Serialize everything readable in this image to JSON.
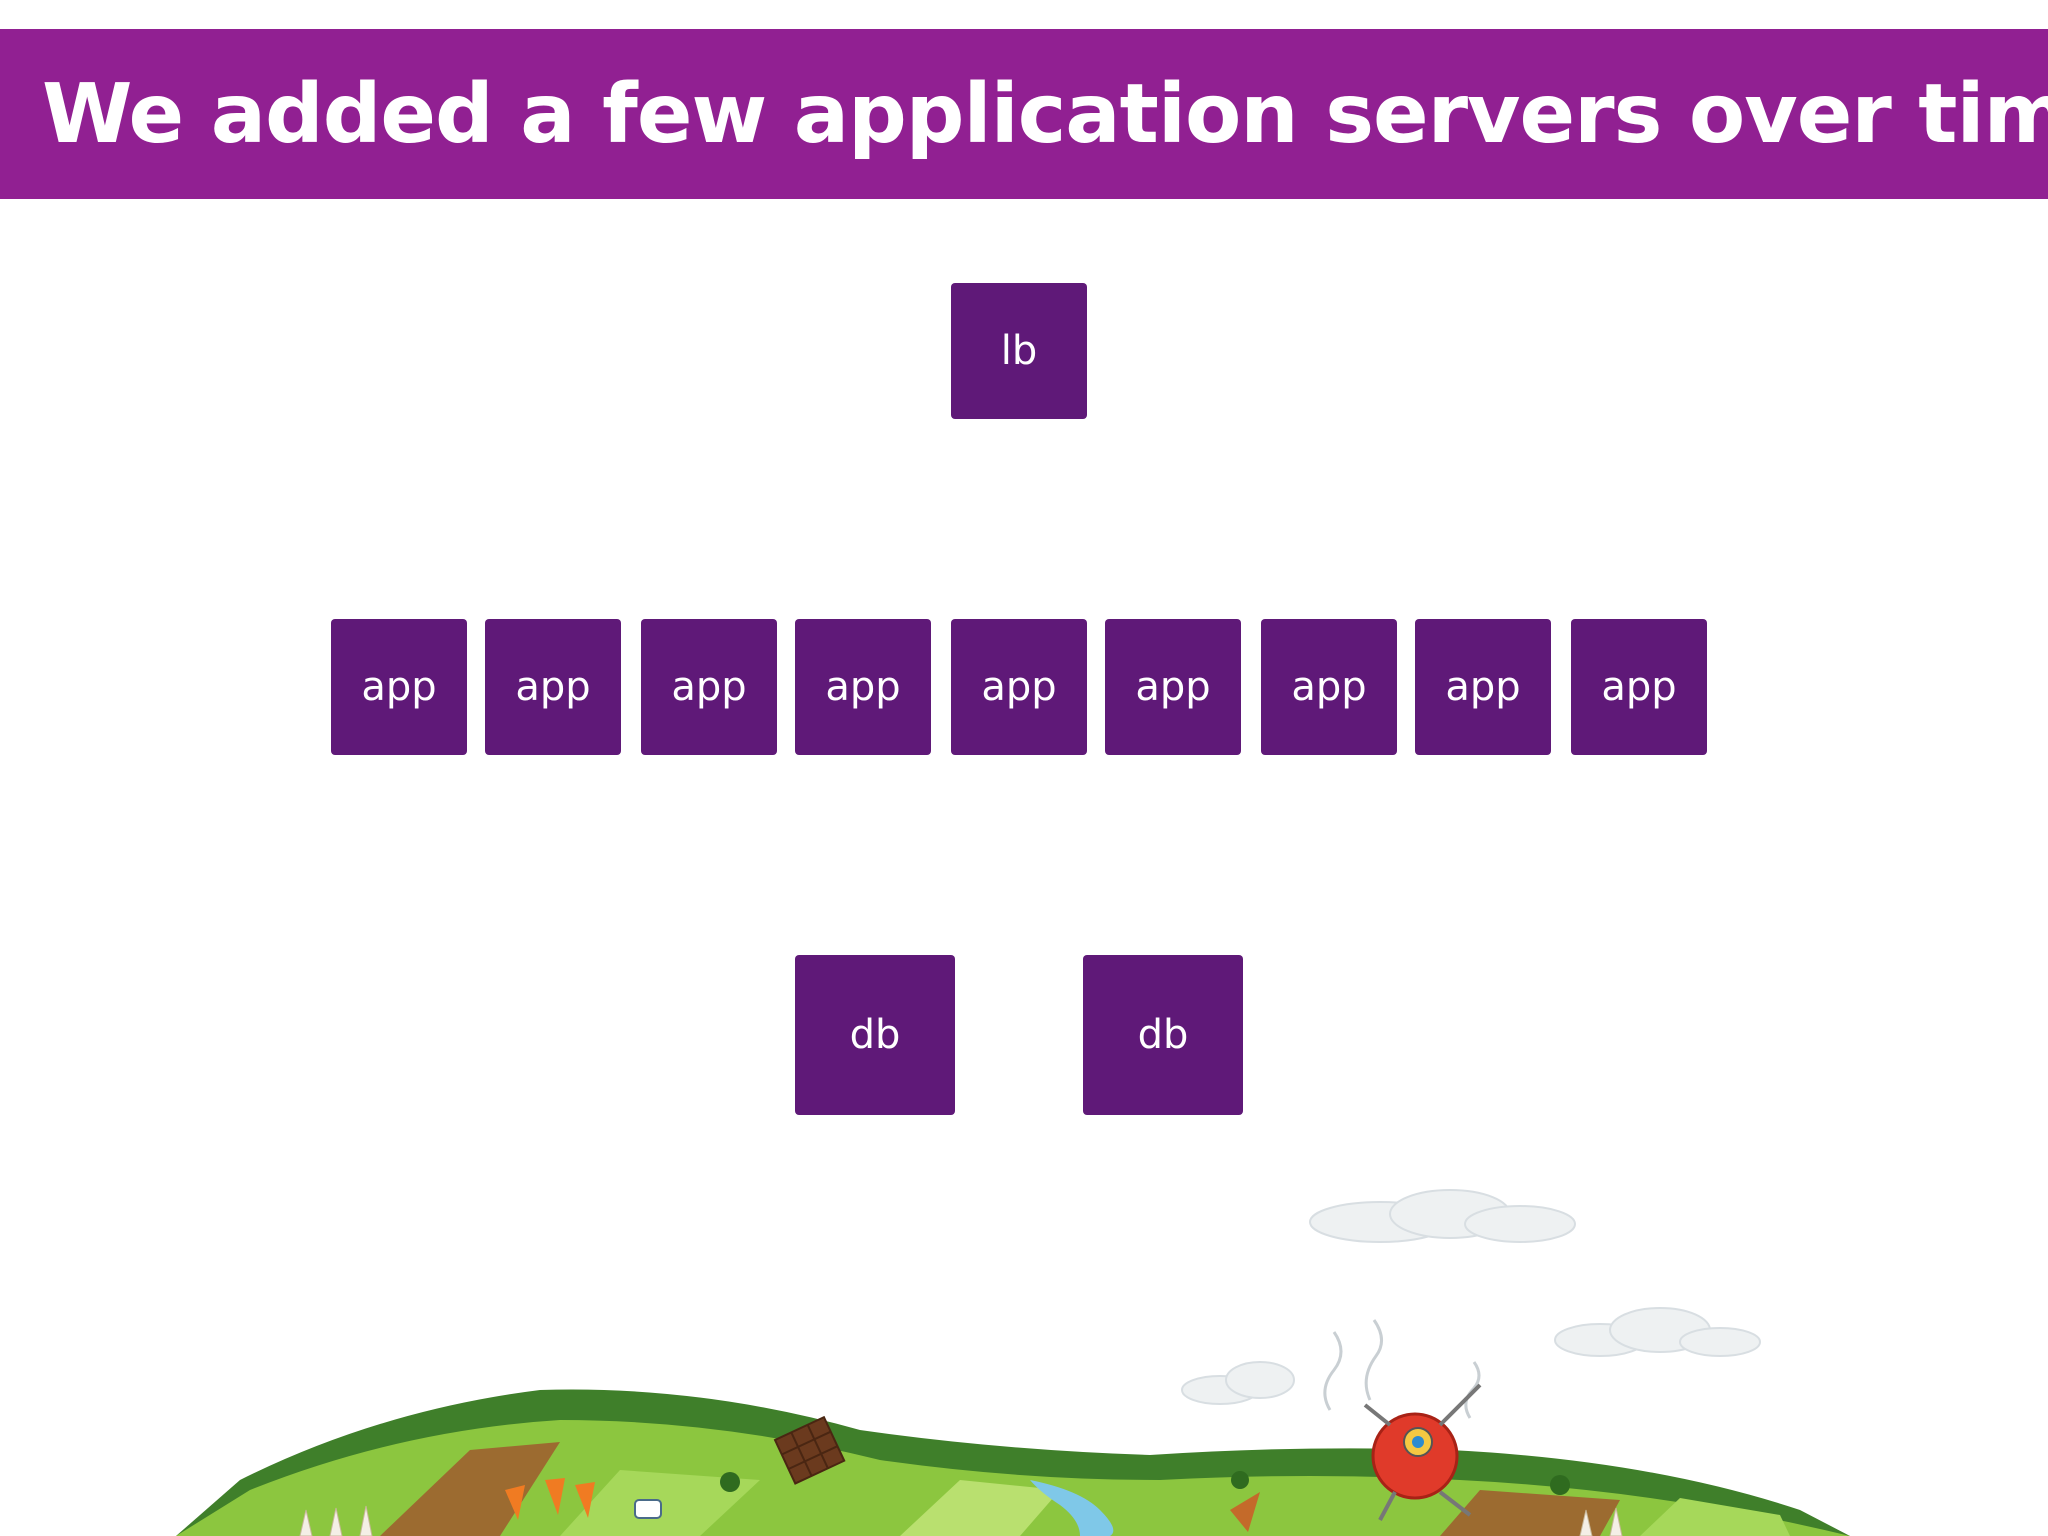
{
  "slide": {
    "title": "We added a few application servers over time"
  },
  "diagram": {
    "load_balancer": {
      "label": "lb"
    },
    "app_servers": [
      {
        "label": "app"
      },
      {
        "label": "app"
      },
      {
        "label": "app"
      },
      {
        "label": "app"
      },
      {
        "label": "app"
      },
      {
        "label": "app"
      },
      {
        "label": "app"
      },
      {
        "label": "app"
      },
      {
        "label": "app"
      }
    ],
    "databases": [
      {
        "label": "db"
      },
      {
        "label": "db"
      }
    ]
  },
  "colors": {
    "title_bar": "#912092",
    "node_fill": "#5f1978",
    "node_text": "#ffffff"
  },
  "illustration": {
    "icon": "landscape-illustration-icon"
  }
}
